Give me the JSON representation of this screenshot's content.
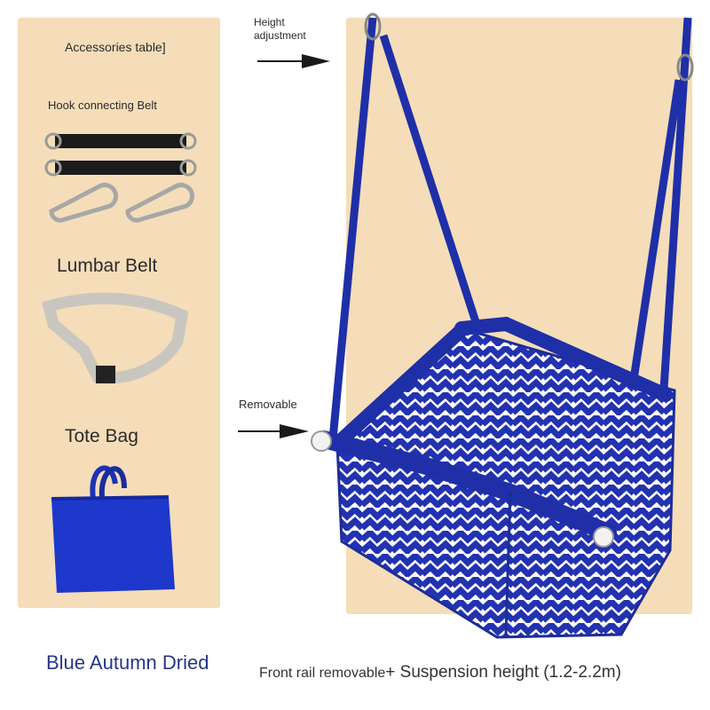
{
  "labels": {
    "accessories_table": "Accessories table]",
    "hook_connecting_belt": "Hook connecting Belt",
    "lumbar_belt": "Lumbar Belt",
    "tote_bag": "Tote Bag",
    "height_adjustment": "Height adjustment",
    "removable": "Removable",
    "color_name": "Blue Autumn Dried",
    "caption_left": "Front rail removable",
    "caption_right": "+ Suspension height (1.2-2.2m)"
  },
  "icons": [
    "strap-icon",
    "carabiner-icon",
    "lumbar-belt-icon",
    "tote-bag-icon",
    "arrow-right-icon",
    "baby-swing-icon"
  ],
  "colors": {
    "panel": "#f4ddb8",
    "swing_blue": "#1f2fa8",
    "title_blue": "#26368a"
  }
}
